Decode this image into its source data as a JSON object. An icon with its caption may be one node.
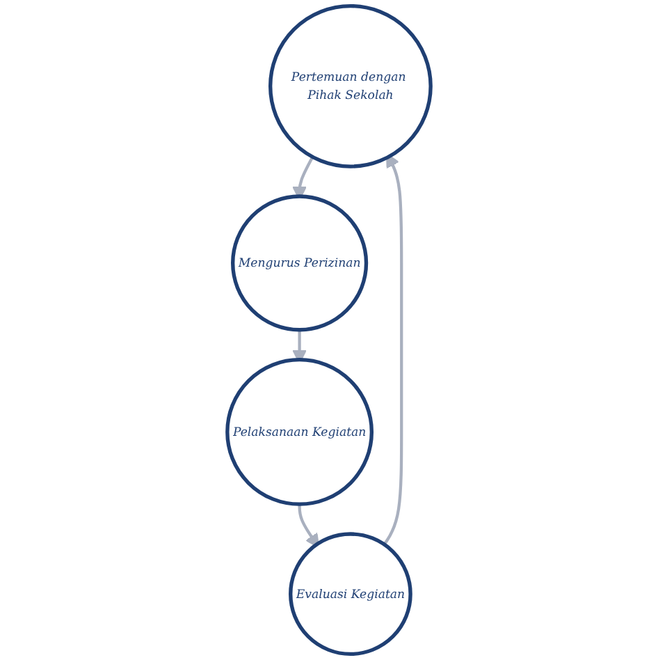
{
  "diagram": {
    "nodes": [
      {
        "text": [
          "Pertemuan dengan Pihak Sekolah"
        ]
      },
      {
        "text": [
          "Mengurus Perizinan"
        ]
      },
      {
        "text": [
          "Pelaksanaan Kegiatan"
        ]
      },
      {
        "text": [
          "Evaluasi Kegiatan"
        ]
      }
    ],
    "edges": [
      {
        "from": 0,
        "to": 1,
        "arrow": "to"
      },
      {
        "from": 1,
        "to": 2,
        "arrow": "to"
      },
      {
        "from": 2,
        "to": 3,
        "arrow": "to"
      },
      {
        "from": 3,
        "to": 0,
        "arrow": "to"
      }
    ]
  }
}
